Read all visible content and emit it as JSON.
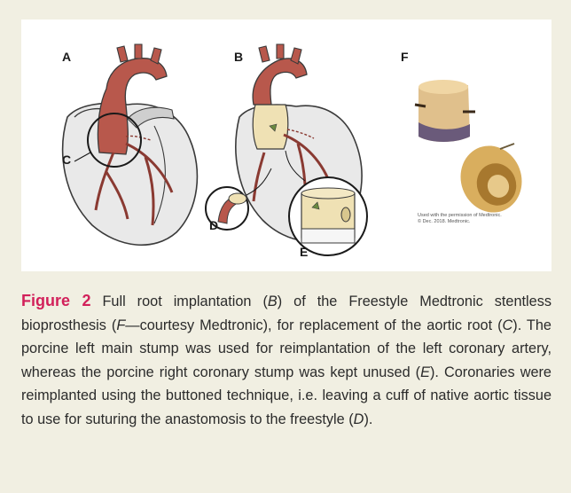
{
  "figure": {
    "panel_labels": {
      "a": "A",
      "b": "B",
      "c": "C",
      "d": "D",
      "e": "E",
      "f": "F"
    },
    "credit_line1": "Used with the permission of Medtronic.",
    "credit_line2": "© Dec. 2018. Medtronic."
  },
  "caption": {
    "label": "Figure 2",
    "text_parts": [
      " Full root implantation (",
      "B",
      ") of the Freestyle Medtronic stentless bioprosthesis (",
      "F",
      "—courtesy Medtronic), for replacement of the aortic root (",
      "C",
      "). The porcine left main stump was used for reimplantation of the left coronary artery, whereas the porcine right coronary stump was kept unused (",
      "E",
      "). Coronaries were reimplanted using the buttoned technique, i.e. leaving a cuff of native aortic tissue to use for suturing the anastomosis to the freestyle (",
      "D",
      ")."
    ]
  },
  "colors": {
    "background": "#f1efe2",
    "accent": "#d2205a",
    "heart_outline": "#3a3a3a",
    "aorta": "#b8584c",
    "graft": "#efe1b4"
  }
}
